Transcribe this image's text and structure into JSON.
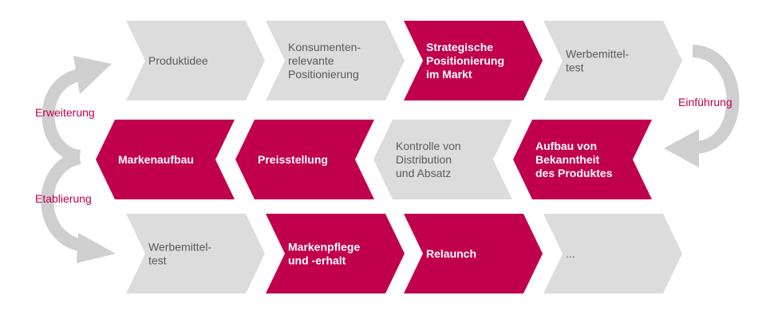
{
  "colors": {
    "accent": "#c0004d",
    "grey": "#dcdcdc",
    "grey_text": "#5a5a5a",
    "arrow": "#cfcfcf"
  },
  "side_labels": {
    "erweiterung": "Erweiterung",
    "etablierung": "Etablierung",
    "einfuehrung": "Einführung"
  },
  "rows": [
    {
      "direction": "right",
      "items": [
        {
          "lines": [
            "Produktidee"
          ],
          "highlight": false
        },
        {
          "lines": [
            "Konsumenten-",
            "relevante",
            "Positionierung"
          ],
          "highlight": false
        },
        {
          "lines": [
            "Strategische",
            "Positionierung",
            "im Markt"
          ],
          "highlight": true
        },
        {
          "lines": [
            "Werbemittel-",
            "test"
          ],
          "highlight": false
        }
      ]
    },
    {
      "direction": "left",
      "items": [
        {
          "lines": [
            "Markenaufbau"
          ],
          "highlight": true
        },
        {
          "lines": [
            "Preisstellung"
          ],
          "highlight": true
        },
        {
          "lines": [
            "Kontrolle von",
            "Distribution",
            "und Absatz"
          ],
          "highlight": false
        },
        {
          "lines": [
            "Aufbau von",
            "Bekanntheit",
            "des Produktes"
          ],
          "highlight": true
        }
      ]
    },
    {
      "direction": "right",
      "items": [
        {
          "lines": [
            "Werbemittel-",
            "test"
          ],
          "highlight": false
        },
        {
          "lines": [
            "Markenpflege",
            "und -erhalt"
          ],
          "highlight": true
        },
        {
          "lines": [
            "Relaunch"
          ],
          "highlight": true
        },
        {
          "lines": [
            "..."
          ],
          "highlight": false
        }
      ]
    }
  ]
}
